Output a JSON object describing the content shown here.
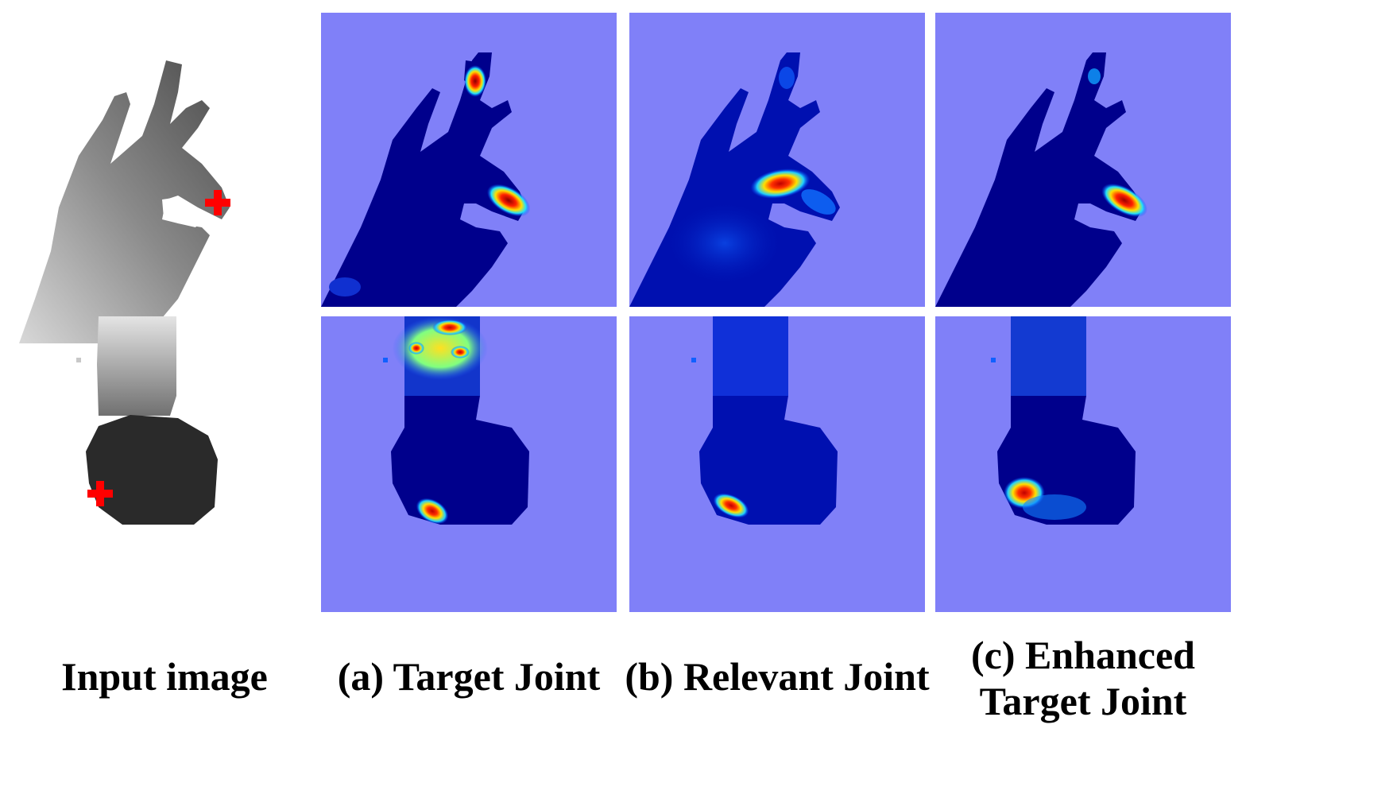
{
  "captions": {
    "input": "Input image",
    "a": "(a) Target Joint",
    "b": "(b) Relevant Joint",
    "c_line1": "(c) Enhanced",
    "c_line2": "Target Joint"
  },
  "colors": {
    "heatmap_background": "#8080f8",
    "hand_low": "#00008c",
    "marker": "#ff0000"
  }
}
